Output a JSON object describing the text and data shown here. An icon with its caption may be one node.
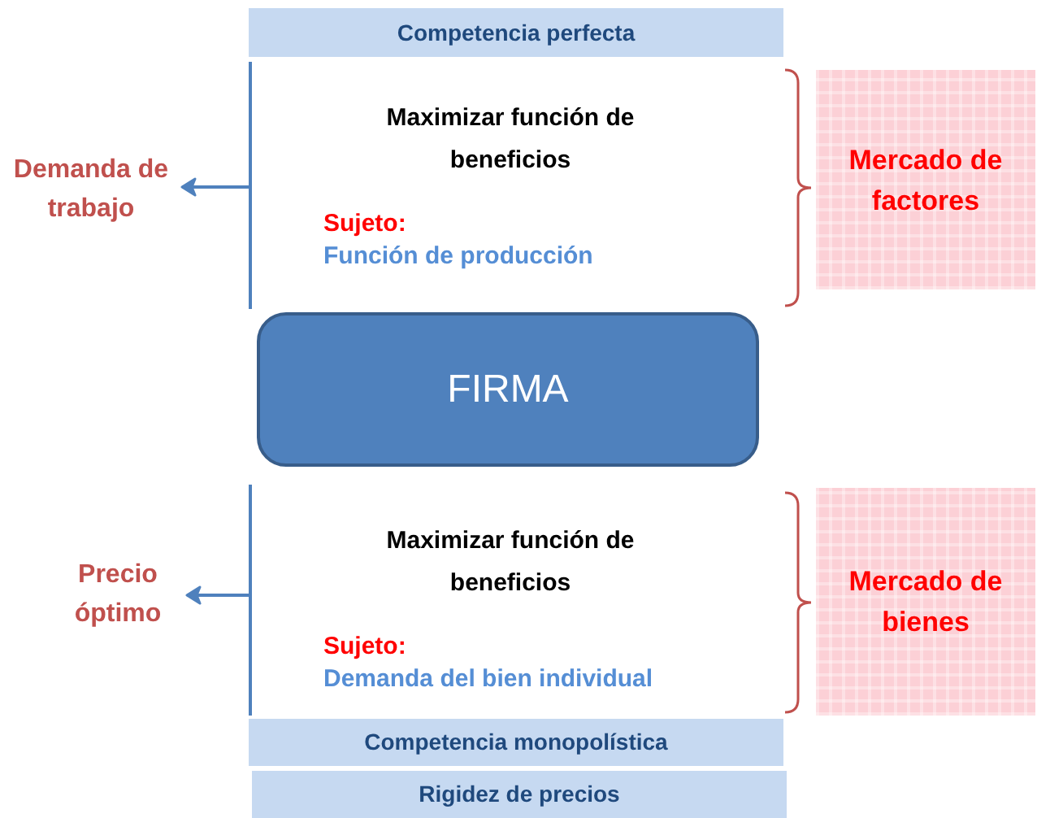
{
  "diagram": {
    "nodes": [
      {
        "text": [
          "Competencia perfecta"
        ]
      },
      {
        "text": [
          "Maximizar función de beneficios",
          "Sujeto:",
          "Función de producción"
        ]
      },
      {
        "text": [
          "Demanda de trabajo"
        ]
      },
      {
        "text": [
          "Mercado de factores"
        ]
      },
      {
        "text": [
          "FIRMA"
        ]
      },
      {
        "text": [
          "Maximizar función de beneficios",
          "Sujeto:",
          "Demanda del bien individual"
        ]
      },
      {
        "text": [
          "Precio óptimo"
        ]
      },
      {
        "text": [
          "Mercado de bienes"
        ]
      },
      {
        "text": [
          "Competencia monopolística"
        ]
      },
      {
        "text": [
          "Rigidez de precios"
        ]
      }
    ],
    "edges": [
      {
        "from": 1,
        "to": 2,
        "arrow": "to"
      },
      {
        "from": 5,
        "to": 6,
        "arrow": "to"
      }
    ]
  }
}
